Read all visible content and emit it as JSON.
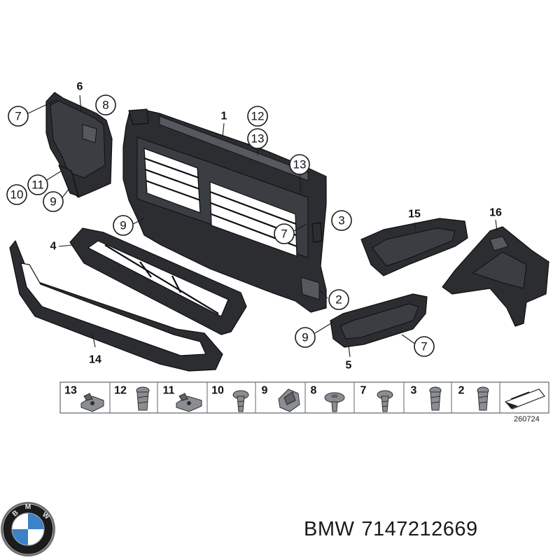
{
  "callouts": {
    "c1": "1",
    "c2": "2",
    "c3": "3",
    "c4": "4",
    "c5": "5",
    "c6": "6",
    "c7a": "7",
    "c7b": "7",
    "c7c": "7",
    "c8": "8",
    "c9a": "9",
    "c9b": "9",
    "c9c": "9",
    "c10": "10",
    "c11": "11",
    "c12": "12",
    "c13a": "13",
    "c13b": "13",
    "c14": "14",
    "c15": "15",
    "c16": "16"
  },
  "hardware_strip": {
    "items": [
      {
        "number": "13",
        "icon": "speed-nut-icon"
      },
      {
        "number": "12",
        "icon": "torx-bolt-icon"
      },
      {
        "number": "11",
        "icon": "speed-nut-icon"
      },
      {
        "number": "10",
        "icon": "flange-screw-icon"
      },
      {
        "number": "9",
        "icon": "expanding-clip-icon"
      },
      {
        "number": "8",
        "icon": "pan-head-screw-icon"
      },
      {
        "number": "7",
        "icon": "flange-screw-icon"
      },
      {
        "number": "3",
        "icon": "torx-bolt-icon"
      },
      {
        "number": "2",
        "icon": "torx-bolt-icon"
      }
    ],
    "diagram_code": "260724"
  },
  "caption": {
    "brand": "BMW",
    "part_number": "7147212669"
  },
  "colors": {
    "part": "#2b2d31",
    "outline": "#0e0f11",
    "background": "#ffffff"
  }
}
